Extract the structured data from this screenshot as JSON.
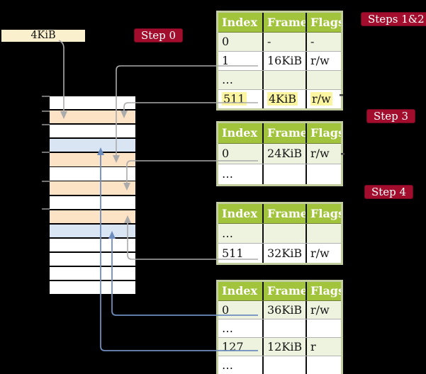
{
  "labels": {
    "page_size_box": "4KiB",
    "badges": [
      {
        "id": "step0",
        "label": "Step 0"
      },
      {
        "id": "steps12",
        "label": "Steps 1&2"
      },
      {
        "id": "step3",
        "label": "Step 3"
      },
      {
        "id": "step4",
        "label": "Step 4"
      }
    ]
  },
  "memory": {
    "rows": [
      {
        "kind": "free"
      },
      {
        "kind": "table"
      },
      {
        "kind": "free"
      },
      {
        "kind": "page"
      },
      {
        "kind": "table"
      },
      {
        "kind": "free"
      },
      {
        "kind": "table"
      },
      {
        "kind": "free"
      },
      {
        "kind": "table"
      },
      {
        "kind": "page"
      },
      {
        "kind": "free"
      },
      {
        "kind": "free"
      },
      {
        "kind": "free"
      },
      {
        "kind": "free"
      }
    ]
  },
  "page_tables": [
    {
      "id": "table-steps-1-2",
      "columns": [
        "Index",
        "Frame",
        "Flags"
      ],
      "rows": [
        {
          "cells": [
            "0",
            "-",
            "-"
          ]
        },
        {
          "cells": [
            "1",
            "16KiB",
            "r/w"
          ],
          "underline": "gray"
        },
        {
          "cells": [
            "…",
            "",
            ""
          ]
        },
        {
          "cells": [
            "511",
            "4KiB",
            "r/w"
          ],
          "underline": "gray",
          "highlight": true
        }
      ]
    },
    {
      "id": "table-step-3",
      "columns": [
        "Index",
        "Frame",
        "Flags"
      ],
      "rows": [
        {
          "cells": [
            "0",
            "24KiB",
            "r/w"
          ],
          "underline": "gray"
        },
        {
          "cells": [
            "…",
            "",
            ""
          ]
        }
      ]
    },
    {
      "id": "table-step-4a",
      "columns": [
        "Index",
        "Frame",
        "Flags"
      ],
      "rows": [
        {
          "cells": [
            "…",
            "",
            ""
          ]
        },
        {
          "cells": [
            "511",
            "32KiB",
            "r/w"
          ],
          "underline": "gray"
        }
      ]
    },
    {
      "id": "table-step-4b",
      "columns": [
        "Index",
        "Frame",
        "Flags"
      ],
      "rows": [
        {
          "cells": [
            "0",
            "36KiB",
            "r/w"
          ],
          "underline": "blue"
        },
        {
          "cells": [
            "…",
            "",
            ""
          ]
        },
        {
          "cells": [
            "127",
            "12KiB",
            "r"
          ],
          "underline": "blue"
        },
        {
          "cells": [
            "…",
            "",
            ""
          ]
        }
      ]
    }
  ],
  "colors": {
    "bg": "#000000",
    "badge-red": "#a30d2d",
    "header-green": "#a2c43c",
    "row-green": "#eef3df",
    "table-border": "#c3cea0",
    "highlight-yellow": "#fbf5a2",
    "mem-free": "#ffffff",
    "mem-orange": "#fce3c5",
    "mem-blue": "#d9e5f3",
    "box-cream": "#fbf0cd",
    "arrow-gray": "#ababab",
    "arrow-blue": "#6d8dbe",
    "tick-gray": "#8f8f8f"
  }
}
